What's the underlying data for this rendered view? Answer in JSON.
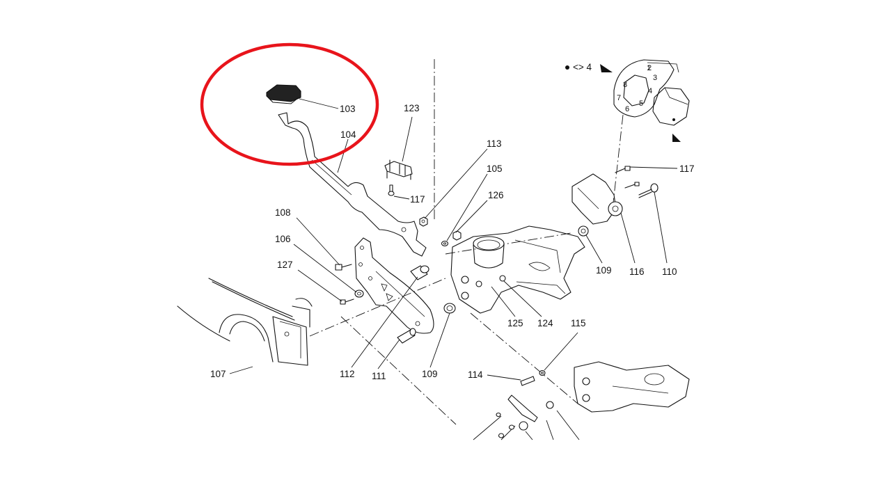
{
  "figure": {
    "highlight_color": "#e8141b",
    "line_color": "#111111",
    "background": "#ffffff"
  },
  "callouts": {
    "p103": "103",
    "p104": "104",
    "p123": "123",
    "p117a": "117",
    "p113": "113",
    "p105": "105",
    "p126": "126",
    "p108": "108",
    "p106": "106",
    "p127": "127",
    "p107": "107",
    "p112": "112",
    "p111": "111",
    "p109a": "109",
    "p125": "125",
    "p124": "124",
    "p115": "115",
    "p114": "114",
    "p117b": "117",
    "p109b": "109",
    "p116": "116",
    "p110": "110"
  },
  "tightening_sequence": {
    "label": "<> 4",
    "numbers": [
      "1",
      "2",
      "3",
      "4",
      "5",
      "6",
      "7",
      "8"
    ]
  }
}
